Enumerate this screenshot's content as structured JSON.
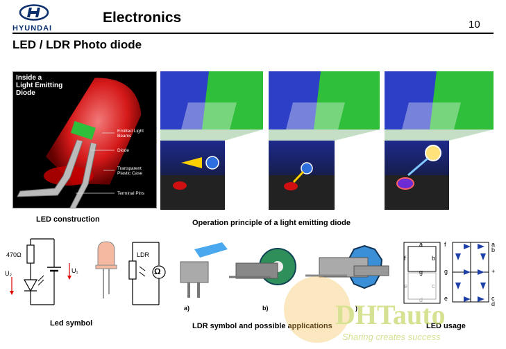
{
  "header": {
    "brand": "HYUNDAI",
    "title": "Electronics",
    "page_number": "10"
  },
  "slide": {
    "subtitle": "LED / LDR Photo diode"
  },
  "led_figure": {
    "heading_lines": [
      "Inside a",
      "Light Emitting",
      "Diode"
    ],
    "labels": {
      "emitted_light": [
        "Emitted Light",
        "Beams"
      ],
      "diode": "Diode",
      "case": [
        "Transparent",
        "Plastic Case"
      ],
      "pins": "Terminal Pins"
    },
    "caption": "LED construction"
  },
  "operation": {
    "caption": "Operation principle of a light emitting diode"
  },
  "led_symbol": {
    "resistor": "470Ω",
    "u2": "U₂",
    "u1": "U₁",
    "caption": "Led symbol"
  },
  "ldr": {
    "label": "LDR",
    "ohm": "Ω",
    "item_a": "a)",
    "item_b": "b)",
    "item_c": ")",
    "caption": "LDR symbol and possible applications"
  },
  "segment": {
    "labels_left": [
      "a",
      "f",
      "b",
      "g",
      "e",
      "c",
      "d"
    ],
    "pins_left": [
      "f",
      "g",
      "e"
    ],
    "pins_right": [
      "a",
      "b",
      "+",
      "c",
      "d"
    ],
    "caption_partial": "LED usage"
  },
  "watermark": {
    "text": "DHTauto",
    "slogan": "Sharing creates success"
  },
  "colors": {
    "brand_blue": "#0a2f6c",
    "green": "#2fbf3a",
    "blue": "#2e3fc7",
    "led_red": "#e01a1a"
  }
}
